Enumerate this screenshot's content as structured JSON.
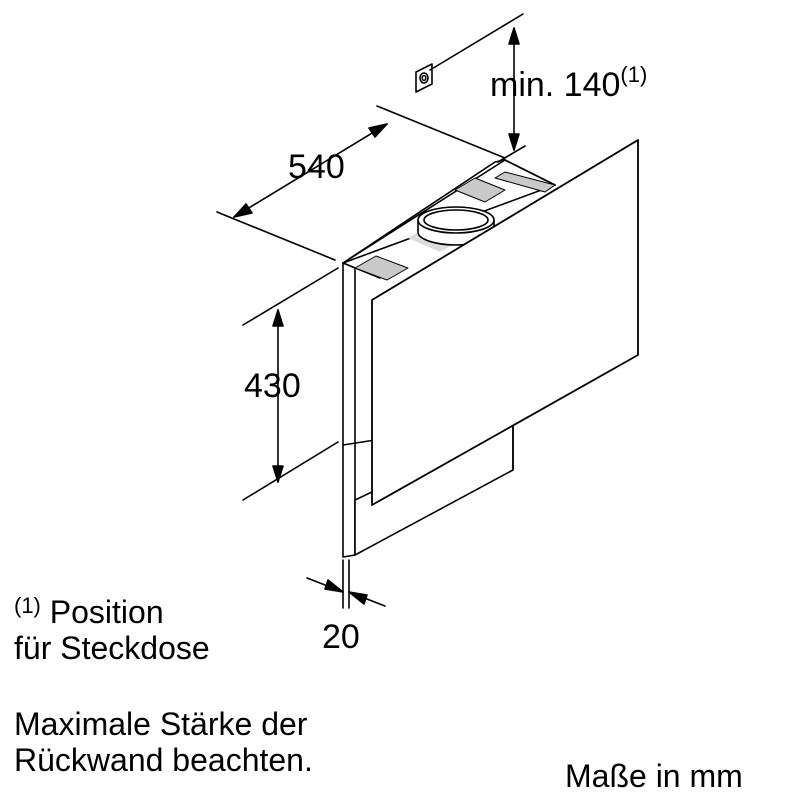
{
  "diagram": {
    "dim_width": "540",
    "dim_height": "430",
    "dim_socket_value": "min. 140",
    "dim_socket_ref": "(1)",
    "dim_thickness": "20",
    "footnote_ref": "(1)",
    "footnote_line1": "Position",
    "footnote_line2": "für Steckdose",
    "note_line1": "Maximale Stärke der",
    "note_line2": "Rückwand beachten.",
    "units_note": "Maße in mm"
  }
}
